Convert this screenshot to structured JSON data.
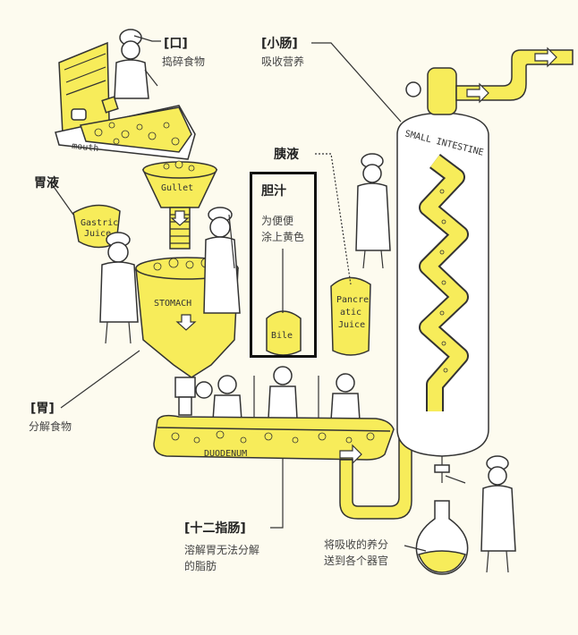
{
  "labels": {
    "mouth": {
      "title": "[口]",
      "desc": "捣碎食物"
    },
    "small_intestine": {
      "title": "[小肠]",
      "desc": "吸收营养"
    },
    "gastric_juice": {
      "title": "胃液"
    },
    "pancreatic_juice": {
      "title": "胰液"
    },
    "bile": {
      "title": "胆汁",
      "desc_1": "为便便",
      "desc_2": "涂上黄色"
    },
    "stomach": {
      "title": "[胃]",
      "desc": "分解食物"
    },
    "duodenum": {
      "title": "[十二指肠]",
      "desc_1": "溶解胃无法分解",
      "desc_2": "的脂肪"
    },
    "nutrients": {
      "desc_1": "将吸收的养分",
      "desc_2": "送到各个器官"
    }
  },
  "stamps": {
    "mouth": "mouth",
    "gullet": "Gullet",
    "stomach": "STOMACH",
    "gastric_1": "Gastric",
    "gastric_2": "Juice",
    "bile": "Bile",
    "pancreatic_1": "Pancre",
    "pancreatic_2": "atic",
    "pancreatic_3": "Juice",
    "small_intestine": "SMALL INTESTINE",
    "duodenum": "DUODENUM"
  },
  "colors": {
    "yellow": "#f7ec5a",
    "ink": "#333333",
    "paper": "#fdfbef"
  }
}
